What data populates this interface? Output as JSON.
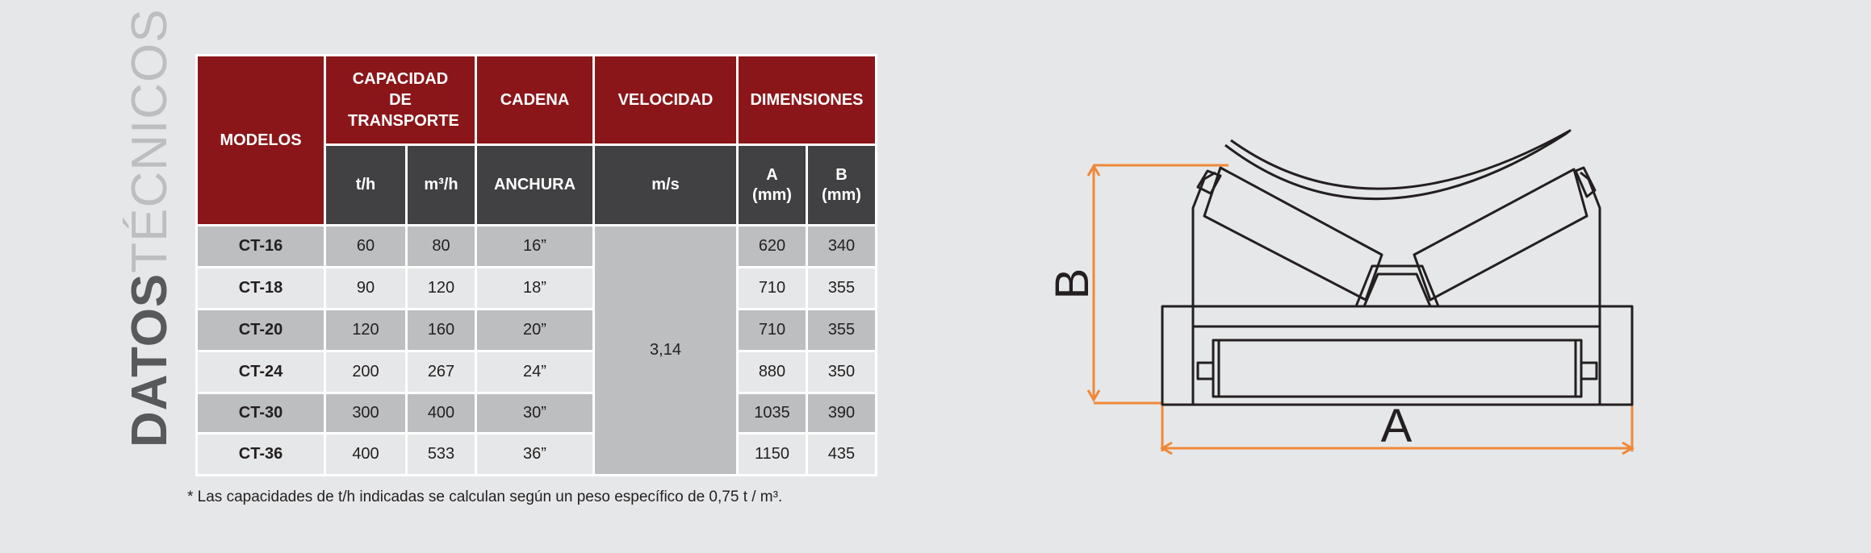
{
  "side_title": {
    "bold": "DATOS",
    "light": "TÉCNICOS"
  },
  "table": {
    "headers": {
      "models": "MODELOS",
      "capacity": "CAPACIDAD DE TRANSPORTE",
      "chain": "CADENA",
      "speed": "VELOCIDAD",
      "dimensions": "DIMENSIONES",
      "th": "t/h",
      "m3h": "m³/h",
      "width": "ANCHURA",
      "ms": "m/s",
      "a_mm": "A (mm)",
      "b_mm": "B (mm)"
    },
    "rows": [
      {
        "model": "CT-16",
        "th": "60",
        "m3h": "80",
        "width": "16”",
        "a": "620",
        "b": "340"
      },
      {
        "model": "CT-18",
        "th": "90",
        "m3h": "120",
        "width": "18”",
        "a": "710",
        "b": "355"
      },
      {
        "model": "CT-20",
        "th": "120",
        "m3h": "160",
        "width": "20”",
        "a": "710",
        "b": "355"
      },
      {
        "model": "CT-24",
        "th": "200",
        "m3h": "267",
        "width": "24”",
        "a": "880",
        "b": "350"
      },
      {
        "model": "CT-30",
        "th": "300",
        "m3h": "400",
        "width": "30”",
        "a": "1035",
        "b": "390"
      },
      {
        "model": "CT-36",
        "th": "400",
        "m3h": "533",
        "width": "36”",
        "a": "1150",
        "b": "435"
      }
    ],
    "velocity_value": "3,14"
  },
  "footnote": "* Las capacidades de t/h indicadas se calculan según un peso específico de 0,75 t / m³.",
  "diagram": {
    "label_a": "A",
    "label_b": "B"
  },
  "colors": {
    "header_red": "#8a1619",
    "header_dark": "#414042",
    "row_dark": "#bcbec0",
    "row_light": "#e6e7e8",
    "dimension_orange": "#f0883a"
  }
}
